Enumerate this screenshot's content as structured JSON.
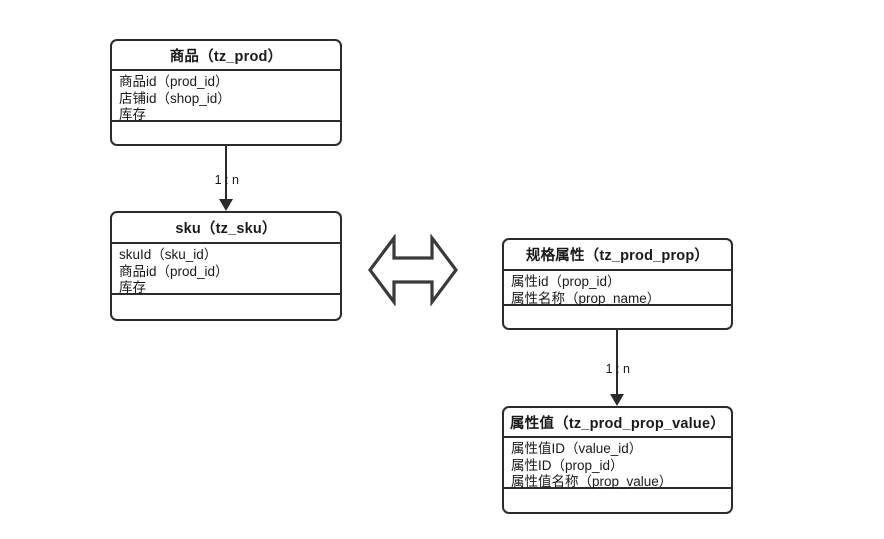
{
  "diagram": {
    "title_hidden": "",
    "entities": [
      {
        "id": "tz_prod",
        "header": "商品（tz_prod）",
        "attributes": [
          "商品id（prod_id）",
          "店铺id（shop_id）",
          "库存"
        ]
      },
      {
        "id": "tz_sku",
        "header": "sku（tz_sku）",
        "attributes": [
          "skuId（sku_id）",
          "商品id（prod_id）",
          "库存"
        ]
      },
      {
        "id": "tz_prod_prop",
        "header": "规格属性（tz_prod_prop）",
        "attributes": [
          "属性id（prop_id）",
          "属性名称（prop_name）"
        ]
      },
      {
        "id": "tz_prod_prop_value",
        "header": "属性值（tz_prod_prop_value）",
        "attributes": [
          "属性值ID（value_id）",
          "属性ID（prop_id）",
          "属性值名称（prop_value）"
        ]
      }
    ],
    "relations": [
      {
        "id": "prod-to-sku",
        "label": "1 : n"
      },
      {
        "id": "prop-to-prop-value",
        "label": "1 : n"
      }
    ],
    "link_icon": "double-headed-arrow",
    "colors": {
      "border": "#2b2b2b",
      "text": "#1a1a1a",
      "background": "#ffffff"
    }
  }
}
